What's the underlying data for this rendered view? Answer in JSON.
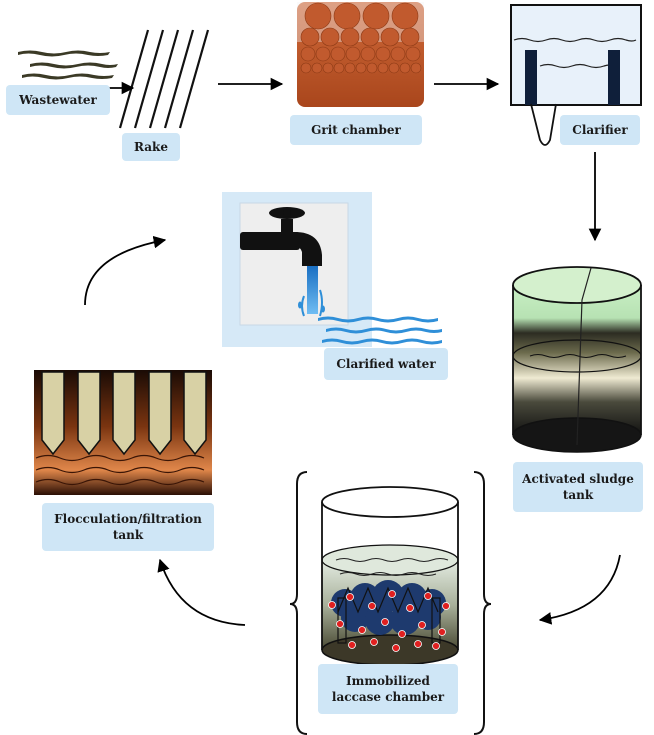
{
  "labels": {
    "wastewater": "Wastewater",
    "rake": "Rake",
    "grit_chamber": "Grit chamber",
    "clarifier": "Clarifier",
    "activated_sludge_line1": "Activated sludge",
    "activated_sludge_line2": "tank",
    "immobilized_line1": "Immobilized",
    "immobilized_line2": "laccase chamber",
    "flocculation_line1": "Flocculation/filtration",
    "flocculation_line2": "tank",
    "clarified_water": "Clarified water"
  },
  "colors": {
    "label_bg": "#cfe6f6",
    "grit_brown": "#b9562a",
    "clarifier_bg": "#e8f1fa",
    "faucet_panel": "#d6e9f7",
    "water_blue": "#2f8fd8",
    "laccase_red": "#e02020",
    "laccase_cluster": "#1e3a6e"
  }
}
